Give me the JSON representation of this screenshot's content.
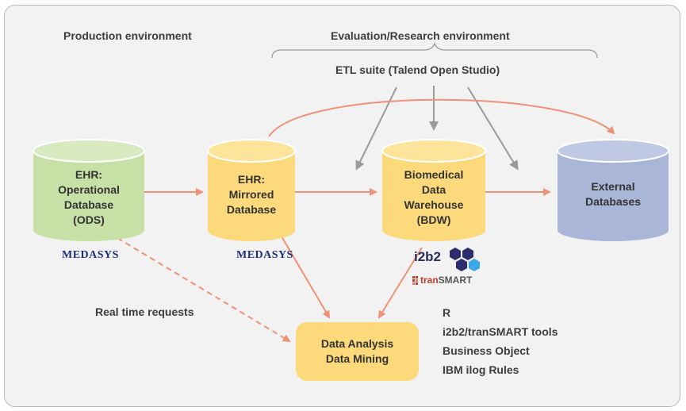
{
  "sections": {
    "production": "Production environment",
    "evaluation": "Evaluation/Research environment",
    "etl": "ETL suite (Talend Open Studio)"
  },
  "databases": {
    "ods": "EHR:\nOperational\nDatabase\n(ODS)",
    "mirrored": "EHR:\nMirrored\nDatabase",
    "bdw": "Biomedical\nData\nWarehouse\n(BDW)",
    "external": "External\nDatabases"
  },
  "analysis": "Data Analysis\nData Mining",
  "realtime_label": "Real time requests",
  "tools": [
    "R",
    "i2b2/tranSMART tools",
    "Business Object",
    "IBM ilog Rules"
  ],
  "logos": {
    "medasys": "MEDASYS",
    "i2b2": "i2b2",
    "transmart_a": "tran",
    "transmart_b": "SMART"
  },
  "colors": {
    "green_cylinder": "#c6e0a6",
    "yellow_cylinder": "#fcd97a",
    "blue_cylinder": "#aab6d8",
    "orange_arrow": "#ee9175",
    "gray_arrow": "#9a9a9a"
  }
}
